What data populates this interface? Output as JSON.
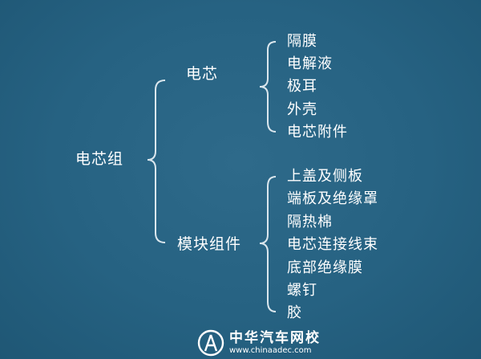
{
  "diagram": {
    "root": "电芯组",
    "branches": [
      {
        "label": "电芯",
        "items": [
          "隔膜",
          "电解液",
          "极耳",
          "外壳",
          "电芯附件"
        ]
      },
      {
        "label": "模块组件",
        "items": [
          "上盖及侧板",
          "端板及绝缘罩",
          "隔热棉",
          "电芯连接线束",
          "底部绝缘膜",
          "螺钉",
          "胶"
        ]
      }
    ]
  },
  "watermark": {
    "name": "中华汽车网校",
    "url": "www.chinaadec.com"
  },
  "colors": {
    "background": "#266282",
    "text": "#ffffff",
    "bracket": "#dbe7ee"
  }
}
